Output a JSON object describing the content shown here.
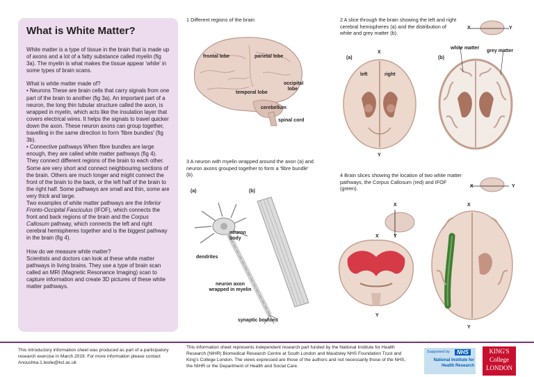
{
  "panel": {
    "title": "What is White Matter?",
    "intro": "White matter is a type of tissue in the brain that is made up of axons and a lot of a fatty substance called myelin (fig 3a). The myelin is what makes the tissue appear 'white' in some types of brain scans.",
    "q1": "What is white matter made of?",
    "neurons": "• Neurons These are brain cells that carry signals from one part of the brain to another (fig 3a). An important part of a neuron, the long thin tubular structure called the axon, is wrapped in myelin, which acts like the insulation layer that covers electrical wires. It helps the signals to travel quicker down the axon. These neuron axons can group together, travelling in the same direction to form 'fibre bundles' (fig 3b).",
    "pathways": "• Connective pathways When fibre bundles are large enough, they are called white matter pathways (fig 4). They connect different regions of the brain to each other. Some are very short and connect neighbouring sections of the brain. Others are much longer and might connect the front of the brain to the back, or the left half of the brain to the right half. Some pathways are small and thin, some are very thick and large.",
    "examples_a": "Two examples of white matter pathways are the ",
    "examples_ifof": "Inferior Fronto-Occipital Fasciculus",
    "examples_b": " (IFOF), which connects the front and back regions of the brain and the ",
    "examples_cc": "Corpus Callosum",
    "examples_c": " pathway, which connects the left and right cerebral hemispheres together and is the biggest pathway in the brain (fig 4).",
    "q2": "How do we measure white matter?",
    "measure": "Scientists and doctors can look at these white matter pathways in living brains. They use a type of brain scan called an MRI (Magnetic Resonance Imaging) scan to capture information and create 3D pictures of these white matter pathways."
  },
  "fig1": {
    "caption": "1 Different regions of the brain",
    "labels": {
      "frontal": "frontal lobe",
      "parietal": "parietal lobe",
      "occipital": "occipital lobe",
      "temporal": "temporal lobe",
      "cerebellum": "cerebellum",
      "spinal": "spinal cord"
    }
  },
  "fig2": {
    "caption": "2 A slice through the brain showing the left and right cerebral hemispheres (a) and the distribution of white and grey matter (b).",
    "a": "(a)",
    "b": "(b)",
    "x1": "X",
    "x2": "X",
    "y_right": "Y",
    "x_center": "X",
    "y_bottom": "Y",
    "left": "left",
    "right": "right",
    "white_matter": "white matter",
    "grey_matter": "grey matter"
  },
  "fig3": {
    "caption": "3 A neuron with myelin wrapped around the axon (a) and neuron axons grouped together to form a 'fibre bundle' (b).",
    "a": "(a)",
    "b": "(b)",
    "neuron_body": "neuron body",
    "dendrites": "dendrites",
    "axon": "neuron axon wrapped in myelin",
    "synaptic": "synaptic boutons"
  },
  "fig4": {
    "caption": "4 Brain slices showing the location of two white matter pathways, the Corpus Callosum (red) and IFOF (green).",
    "x_tl": "X",
    "y_tr": "Y",
    "x_a": "X",
    "y_a": "Y",
    "x_b": "X",
    "y_b": "Y",
    "x_c": "X",
    "y_c": "Y",
    "colors": {
      "corpus_callosum": "#d63a46",
      "ifof": "#3f7d35"
    }
  },
  "footer": {
    "left": "This introductory information sheet was produced as part of a participatory research exercise in March 2019. For more information please contact Anoushka.1.leslie@kcl.ac.uk",
    "middle": "This information sheet represents independent research part funded by the National Institute for Health Research (NIHR) Biomedical Research Centre at South London and Maudsley NHS Foundation Trust and King's College London. The views expressed are those of the authors and not necessarily those of the NHS, the NIHR or the Department of Health and Social Care.",
    "nihr_supported": "Supported by",
    "nihr_nhs": "NHS",
    "nihr_name": "National Institute for Health Research",
    "kings_1": "KING'S",
    "kings_2": "College",
    "kings_3": "LONDON",
    "colors": {
      "rule": "#7b2f7a",
      "nihr_blue": "#005eb8",
      "kings_red": "#c8102e"
    }
  }
}
